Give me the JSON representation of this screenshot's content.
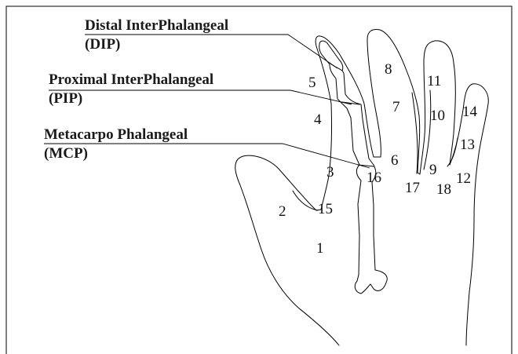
{
  "joints": [
    {
      "name": "Distal InterPhalangeal",
      "abbr": "(DIP)"
    },
    {
      "name": "Proximal InterPhalangeal",
      "abbr": "(PIP)"
    },
    {
      "name": "Metacarpo Phalangeal",
      "abbr": "(MCP)"
    }
  ],
  "regions": [
    "1",
    "2",
    "3",
    "4",
    "5",
    "6",
    "7",
    "8",
    "9",
    "10",
    "11",
    "12",
    "13",
    "14",
    "15",
    "16",
    "17",
    "18"
  ],
  "colors": {
    "line": "#000000",
    "background": "#ffffff"
  }
}
